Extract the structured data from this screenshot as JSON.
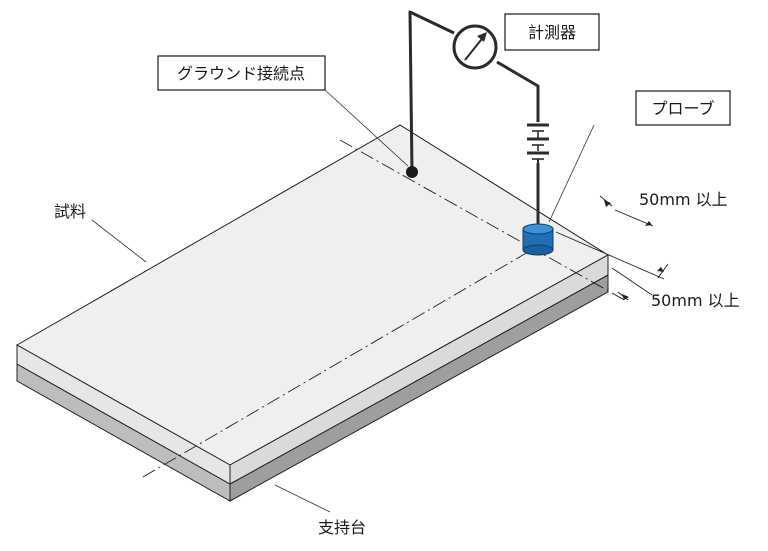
{
  "labels": {
    "meter": "計測器",
    "ground_point": "グラウンド接続点",
    "probe": "プローブ",
    "sample": "試料",
    "dimension_upper": "50mm 以上",
    "dimension_lower": "50mm 以上",
    "support": "支持台"
  },
  "icons": {
    "meter": "gauge-dial-arrow",
    "battery": "battery-cells",
    "probe": "cylinder-electrode"
  },
  "colors": {
    "probe": "#1f6fb5",
    "sample_top": "#efefef",
    "sample_side": "#e6e6e6",
    "support_side": "#bdbdbd"
  }
}
